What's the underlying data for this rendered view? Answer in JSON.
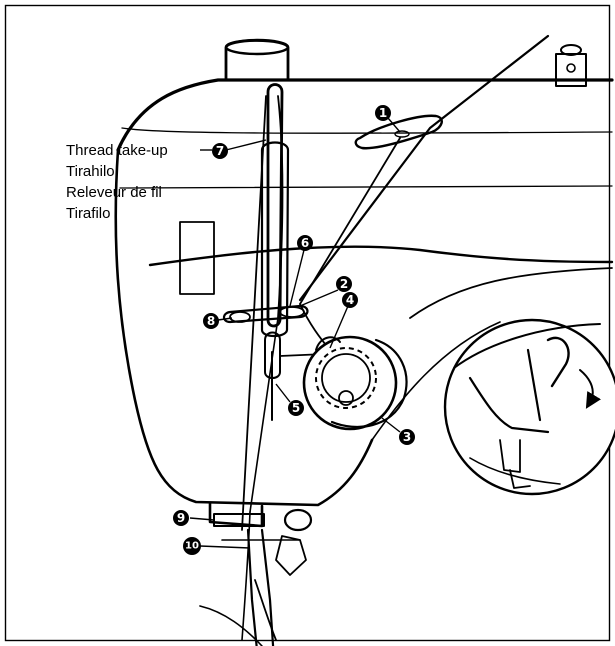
{
  "labels": [
    "Thread take-up",
    "Tirahilo",
    "Releveur de fil",
    "Tirafilo"
  ],
  "callouts": [
    "1",
    "2",
    "3",
    "4",
    "5",
    "6",
    "7",
    "8",
    "9",
    "10"
  ],
  "colors": {
    "ink": "#000000",
    "paper": "#ffffff"
  }
}
